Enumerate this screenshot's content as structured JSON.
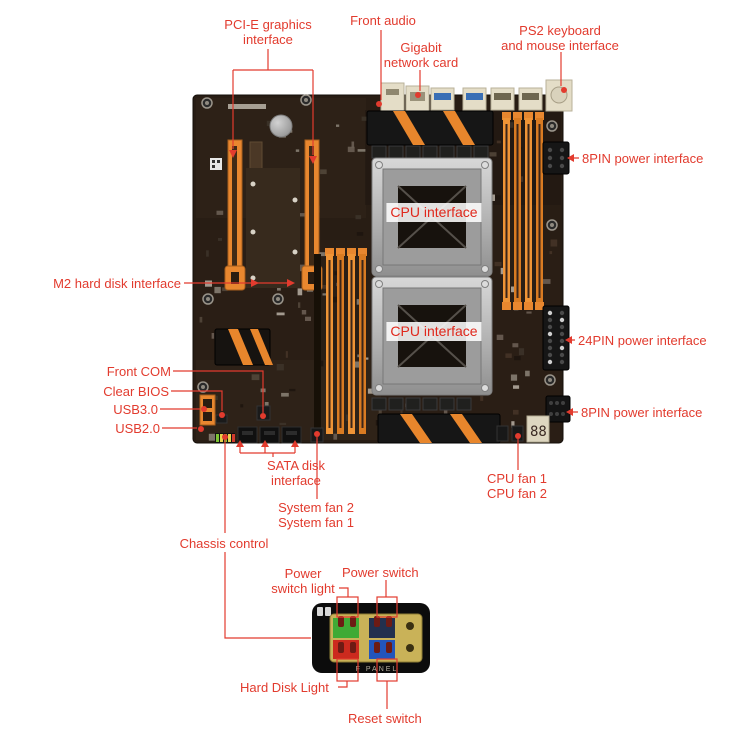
{
  "accent_red": "#e23b2e",
  "labels": {
    "pcie": {
      "line1": "PCI-E graphics",
      "line2": "interface"
    },
    "front_audio": {
      "line1": "Front audio"
    },
    "gigabit": {
      "line1": "Gigabit",
      "line2": "network card"
    },
    "ps2": {
      "line1": "PS2 keyboard",
      "line2": "and mouse interface"
    },
    "power8_top": {
      "line1": "8PIN power interface"
    },
    "power24": {
      "line1": "24PIN power interface"
    },
    "power8_bottom": {
      "line1": "8PIN power interface"
    },
    "m2": {
      "line1": "M2 hard disk interface"
    },
    "front_com": {
      "line1": "Front  COM"
    },
    "clear_bios": {
      "line1": "Clear BIOS"
    },
    "usb30": {
      "line1": "USB3.0"
    },
    "usb20": {
      "line1": "USB2.0"
    },
    "sata": {
      "line1": "SATA disk",
      "line2": "interface"
    },
    "system_fan": {
      "line1": "System fan 2",
      "line2": "System fan 1"
    },
    "chassis": {
      "line1": "Chassis control"
    },
    "cpu_fan": {
      "line1": "CPU fan 1",
      "line2": "CPU fan 2"
    },
    "cpu1": {
      "line1": "CPU interface"
    },
    "cpu2": {
      "line1": "CPU interface"
    },
    "power_switch_light": {
      "line1": "Power",
      "line2": "switch light"
    },
    "power_switch": {
      "line1": "Power switch"
    },
    "hdd_light": {
      "line1": "Hard Disk Light"
    },
    "reset_switch": {
      "line1": "Reset switch"
    }
  },
  "inset": {
    "panel_text": "F PANEL"
  }
}
